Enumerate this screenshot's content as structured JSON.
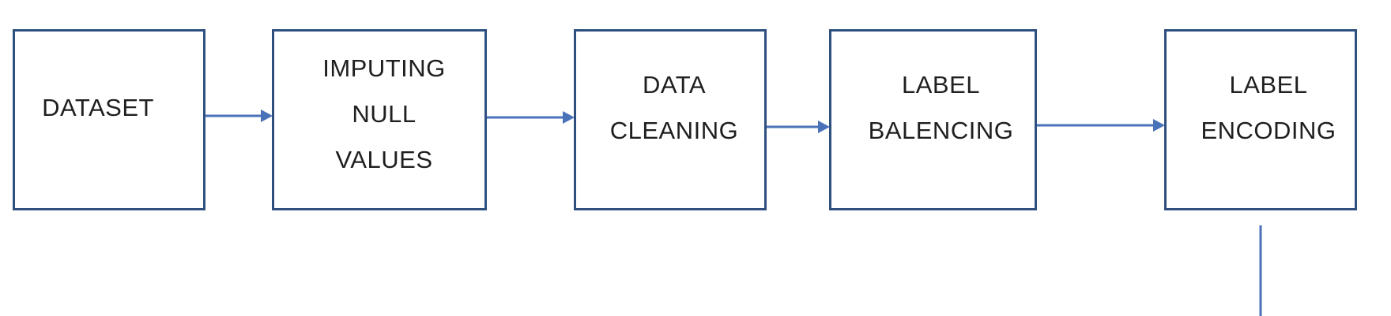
{
  "diagram": {
    "line_color": "#4a72b8",
    "box_border_color": "#2f4f7f",
    "text_color": "#1f1f1f",
    "nodes": [
      {
        "id": "dataset",
        "label": "DATASET"
      },
      {
        "id": "imputing",
        "label": "IMPUTING\nNULL\nVALUES"
      },
      {
        "id": "cleaning",
        "label": "DATA\nCLEANING"
      },
      {
        "id": "balancing",
        "label": "LABEL\nBALENCING"
      },
      {
        "id": "encoding",
        "label": "LABEL\nENCODING"
      }
    ],
    "edges": [
      {
        "from": "dataset",
        "to": "imputing"
      },
      {
        "from": "imputing",
        "to": "cleaning"
      },
      {
        "from": "cleaning",
        "to": "balancing"
      },
      {
        "from": "balancing",
        "to": "encoding"
      },
      {
        "from": "encoding",
        "to": "continues-below"
      }
    ]
  }
}
